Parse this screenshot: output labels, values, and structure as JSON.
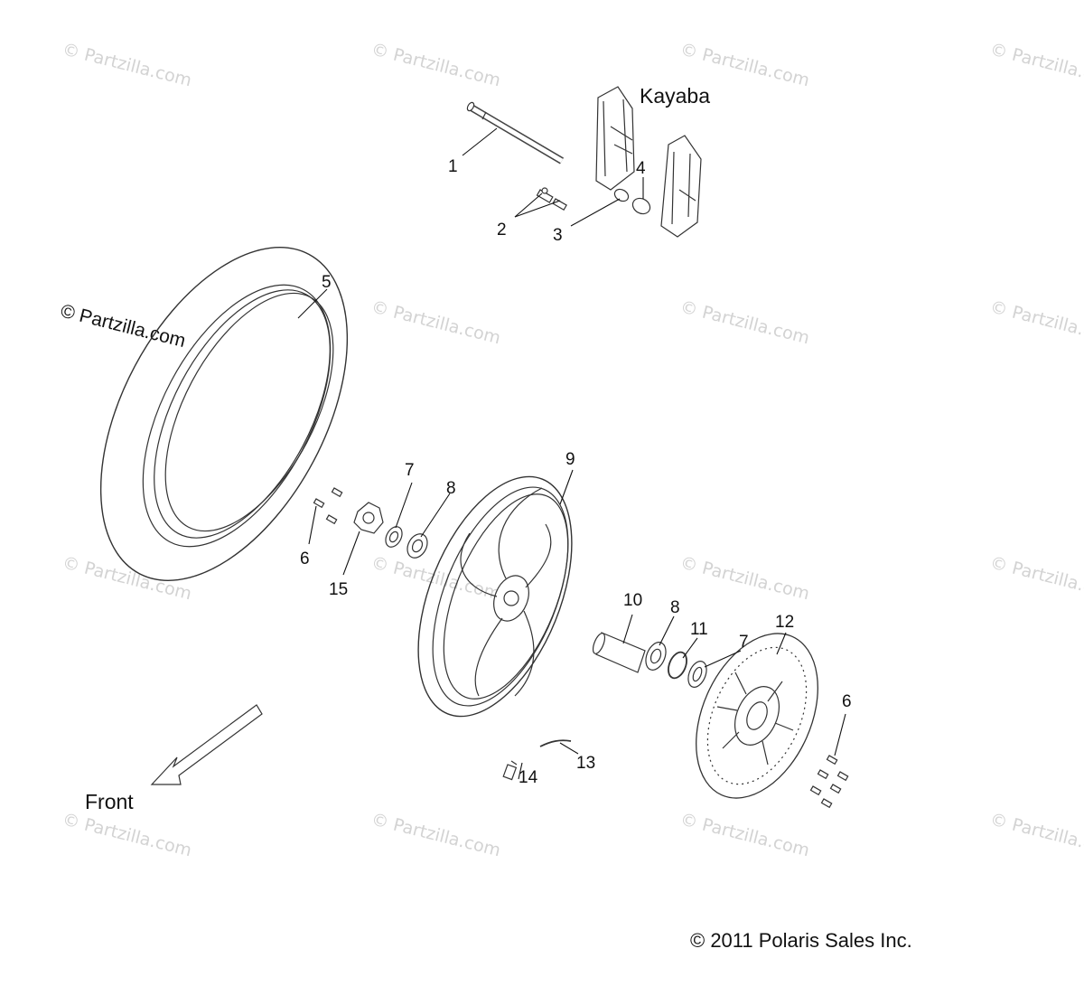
{
  "labels": {
    "fork": "Kayaba",
    "direction": "Front",
    "copyright": "© 2011 Polaris Sales Inc.",
    "watermark": "© Partzilla.com"
  },
  "callouts": {
    "c1": "1",
    "c2": "2",
    "c3": "3",
    "c4": "4",
    "c5": "5",
    "c6a": "6",
    "c6b": "6",
    "c7a": "7",
    "c7b": "7",
    "c8a": "8",
    "c8b": "8",
    "c9": "9",
    "c10": "10",
    "c11": "11",
    "c12": "12",
    "c13": "13",
    "c14": "14",
    "c15": "15"
  }
}
